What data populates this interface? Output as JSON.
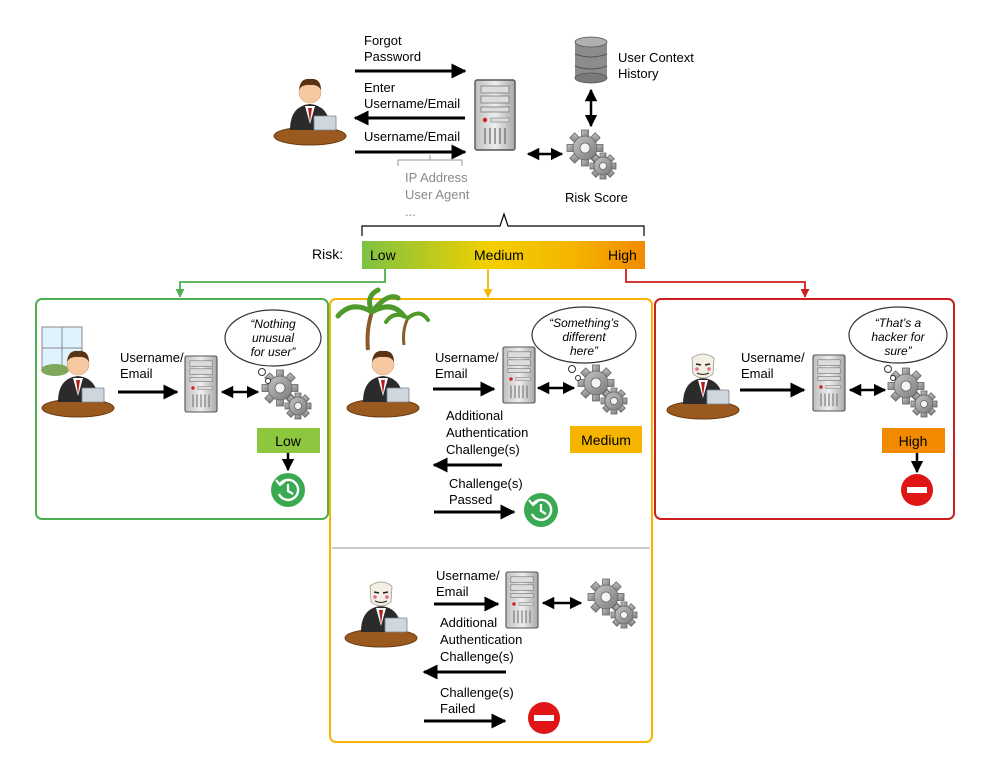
{
  "top": {
    "forgot_password": [
      "Forgot",
      "Password"
    ],
    "enter_username": [
      "Enter",
      "Username/Email"
    ],
    "username_email": "Username/Email",
    "context": [
      "IP Address",
      "User Agent",
      "..."
    ],
    "db_label": [
      "User Context",
      "History"
    ],
    "risk_score": "Risk Score"
  },
  "risk_bar": {
    "prefix": "Risk:",
    "low": "Low",
    "medium": "Medium",
    "high": "High"
  },
  "panels": {
    "low": {
      "thought": [
        "“Nothing",
        "unusual",
        "for user”"
      ],
      "input": [
        "Username/",
        "Email"
      ],
      "badge": "Low"
    },
    "medium_pass": {
      "thought": [
        "“Something’s",
        "different",
        "here”"
      ],
      "input": [
        "Username/",
        "Email"
      ],
      "challenge": [
        "Additional",
        "Authentication",
        "Challenge(s)"
      ],
      "badge": "Medium",
      "result": [
        "Challenge(s)",
        "Passed"
      ]
    },
    "medium_fail": {
      "input": [
        "Username/",
        "Email"
      ],
      "challenge": [
        "Additional",
        "Authentication",
        "Challenge(s)"
      ],
      "result": [
        "Challenge(s)",
        "Failed"
      ]
    },
    "high": {
      "thought": [
        "“That’s a",
        "hacker for",
        "sure”"
      ],
      "input": [
        "Username/",
        "Email"
      ],
      "badge": "High"
    }
  },
  "colors": {
    "green": "#4caf50",
    "orange": "#f5b400",
    "red": "#cc1f1f",
    "badge_low": "#8dc63f",
    "badge_medium": "#f5b400",
    "badge_high": "#f28a00"
  }
}
